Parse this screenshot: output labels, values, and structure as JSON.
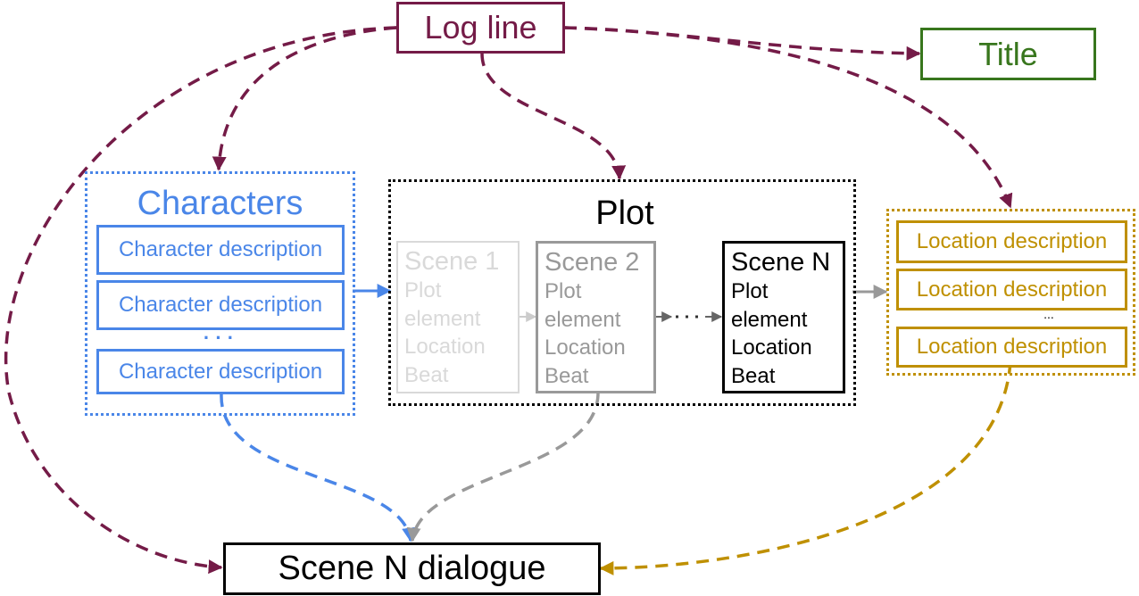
{
  "colors": {
    "logline": "#741b47",
    "title": "#38761d",
    "characters": "#4a86e8",
    "locations": "#bf9000",
    "scene1": "#d9d9d9",
    "scene2": "#999999",
    "sceneN": "#000000",
    "dialogue": "#000000"
  },
  "nodes": {
    "logline": "Log line",
    "title": "Title",
    "dialogue": "Scene N dialogue"
  },
  "characters": {
    "heading": "Characters",
    "items": [
      "Character description",
      "Character description",
      "Character description"
    ],
    "ellipsis": "· · ·"
  },
  "plot": {
    "heading": "Plot",
    "scenes": [
      {
        "title": "Scene 1",
        "lines": [
          "Plot",
          "element",
          "Location",
          "Beat"
        ]
      },
      {
        "title": "Scene 2",
        "lines": [
          "Plot",
          "element",
          "Location",
          "Beat"
        ]
      },
      {
        "title": "Scene N",
        "lines": [
          "Plot",
          "element",
          "Location",
          "Beat"
        ]
      }
    ]
  },
  "locations": {
    "items": [
      "Location description",
      "Location description",
      "Location description"
    ],
    "ellipsis": "..."
  },
  "edges": [
    {
      "from": "Log line",
      "to": "Title",
      "style": "dashed"
    },
    {
      "from": "Log line",
      "to": "Characters",
      "style": "dashed"
    },
    {
      "from": "Log line",
      "to": "Plot",
      "style": "dashed"
    },
    {
      "from": "Log line",
      "to": "Locations",
      "style": "dashed"
    },
    {
      "from": "Log line",
      "to": "Scene N dialogue",
      "style": "dashed"
    },
    {
      "from": "Characters",
      "to": "Plot",
      "style": "solid"
    },
    {
      "from": "Scene 1",
      "to": "Scene 2",
      "style": "solid"
    },
    {
      "from": "Scene 2",
      "to": "Scene N",
      "style": "dotted"
    },
    {
      "from": "Plot",
      "to": "Locations",
      "style": "solid"
    },
    {
      "from": "Characters",
      "to": "Scene N dialogue",
      "style": "dashed"
    },
    {
      "from": "Scene 2",
      "to": "Scene N dialogue",
      "style": "dashed"
    },
    {
      "from": "Locations",
      "to": "Scene N dialogue",
      "style": "dashed"
    }
  ]
}
